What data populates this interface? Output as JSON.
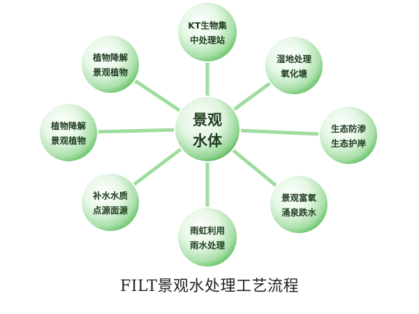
{
  "center": {
    "lines": [
      "景观",
      "水体"
    ]
  },
  "nodes": [
    {
      "id": "kt-treatment-station",
      "lines": [
        "KT生物集",
        "中处理站"
      ]
    },
    {
      "id": "wetland-oxidation-pond",
      "lines": [
        "湿地处理",
        "氧化塘"
      ]
    },
    {
      "id": "ecological-bank",
      "lines": [
        "生态防渗",
        "生态护岸"
      ]
    },
    {
      "id": "aeration-waterfall",
      "lines": [
        "景观富氧",
        "涌泉跌水"
      ]
    },
    {
      "id": "rainwater-use",
      "lines": [
        "雨虹利用",
        "雨水处理"
      ]
    },
    {
      "id": "water-replenish",
      "lines": [
        "补水水质",
        "点源面源"
      ]
    },
    {
      "id": "plant-degradation-left",
      "lines": [
        "植物降解",
        "景观植物"
      ]
    },
    {
      "id": "plant-degradation-upper-left",
      "lines": [
        "植物降解",
        "景观植物"
      ]
    }
  ],
  "caption": "FILT景观水处理工艺流程",
  "colors": {
    "connector": "#9fdc9f",
    "node_edge": "#ffffff",
    "node_fill": "#d6f2d6",
    "node_shadow": "#5fbf5f",
    "text": "#1f3d1f"
  }
}
